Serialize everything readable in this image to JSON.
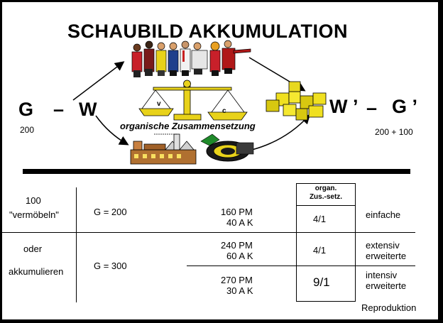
{
  "title": "SCHAUBILD AKKUMULATION",
  "formula": {
    "g": "G",
    "dash1": "–",
    "w": "W",
    "w_prime": "W ’",
    "dash2": "–",
    "g_prime": "G ’",
    "value_left": "200",
    "value_right": "200 + 100"
  },
  "scale": {
    "v": "v",
    "c": "c",
    "caption": "organische Zusammensetzung"
  },
  "table": {
    "col_header": "organ.\nZus.-setz.",
    "left_labels": {
      "amount": "100",
      "spend": "\"vermöbeln\"",
      "or": "oder",
      "accumulate": "akkumulieren"
    },
    "capital": {
      "g200": "G = 200",
      "g300": "G = 300"
    },
    "rows": [
      {
        "pm": "160  PM",
        "ak": "40  A K",
        "ratio": "4/1",
        "type1": "einfache",
        "type2": ""
      },
      {
        "pm": "240  PM",
        "ak": "60  A K",
        "ratio": "4/1",
        "type1": "extensiv",
        "type2": "erweiterte"
      },
      {
        "pm": "270  PM",
        "ak": "30  A K",
        "ratio": "9/1",
        "type1": "intensiv",
        "type2": "erweiterte"
      }
    ],
    "footer": "Reproduktion"
  }
}
